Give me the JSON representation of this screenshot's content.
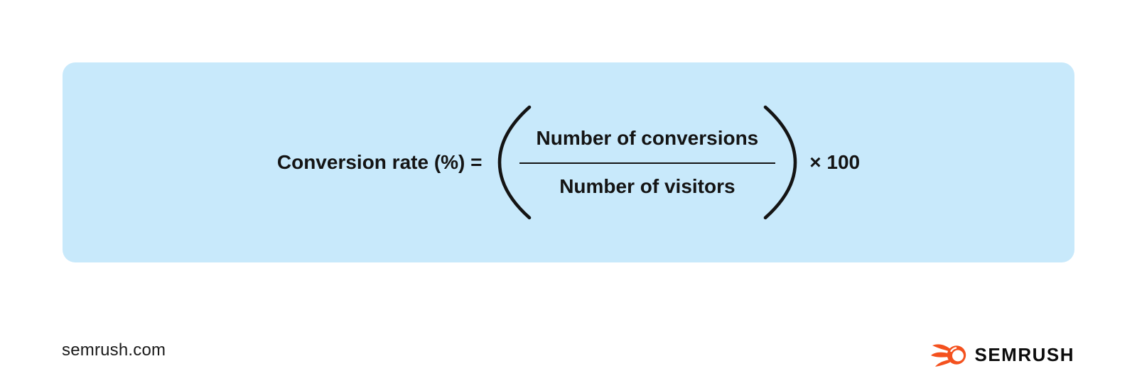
{
  "colors": {
    "panel_bg": "#C8E9FB",
    "text": "#141414",
    "brand_orange": "#F4511E"
  },
  "formula": {
    "lhs": "Conversion rate (%) =",
    "numerator": "Number of conversions",
    "denominator": "Number of visitors",
    "multiplier": "× 100"
  },
  "footer": {
    "website": "semrush.com",
    "brand_name": "SEMRUSH"
  }
}
